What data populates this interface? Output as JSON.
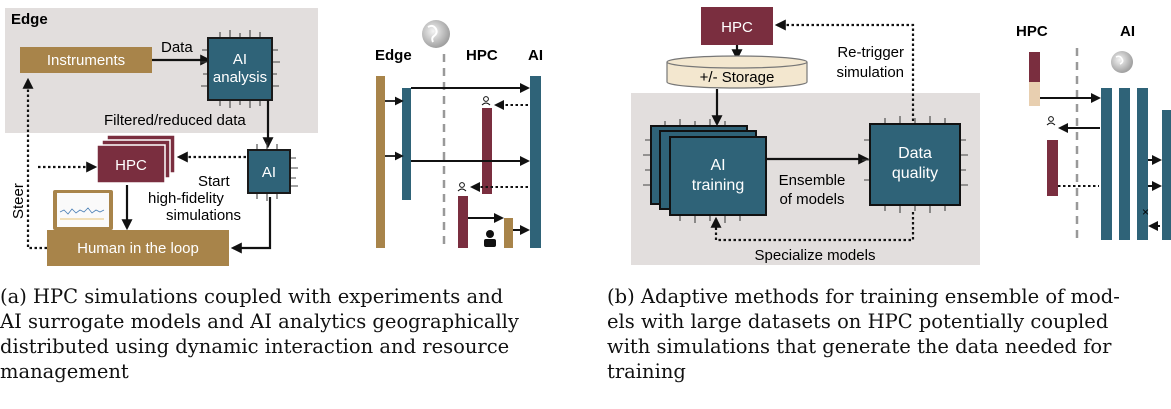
{
  "panel_a": {
    "edge_label": "Edge",
    "instruments": "Instruments",
    "data_label": "Data",
    "ai_analysis_line1": "AI",
    "ai_analysis_line2": "analysis",
    "filtered_label": "Filtered/reduced data",
    "hpc": "HPC",
    "ai": "AI",
    "start_line1": "Start",
    "start_line2": "high-fidelity",
    "start_line3": "simulations",
    "steer": "Steer",
    "human": "Human in the loop"
  },
  "timeline_a": {
    "edge": "Edge",
    "hpc": "HPC",
    "ai": "AI"
  },
  "panel_b": {
    "hpc": "HPC",
    "storage": "+/- Storage",
    "retrigger_line1": "Re-trigger",
    "retrigger_line2": "simulation",
    "ai_training_line1": "AI",
    "ai_training_line2": "training",
    "ensemble_line1": "Ensemble",
    "ensemble_line2": "of models",
    "data_quality_line1": "Data",
    "data_quality_line2": "quality",
    "specialize": "Specialize models"
  },
  "timeline_b": {
    "hpc": "HPC",
    "ai": "AI"
  },
  "captions": {
    "a": [
      "(a) HPC simulations coupled with experiments and",
      "AI surrogate models and AI analytics geographically",
      "distributed using dynamic interaction and resource",
      "management"
    ],
    "b": [
      "(b) Adaptive methods for training ensemble of mod-",
      "els with large datasets on HPC potentially coupled",
      "with simulations that generate the data needed for",
      "training"
    ]
  },
  "colors": {
    "edge": "#a8844a",
    "hpc": "#7a2e3f",
    "ai": "#2f6378",
    "bg": "#e2dedd",
    "storage": "#f3e7cf"
  }
}
